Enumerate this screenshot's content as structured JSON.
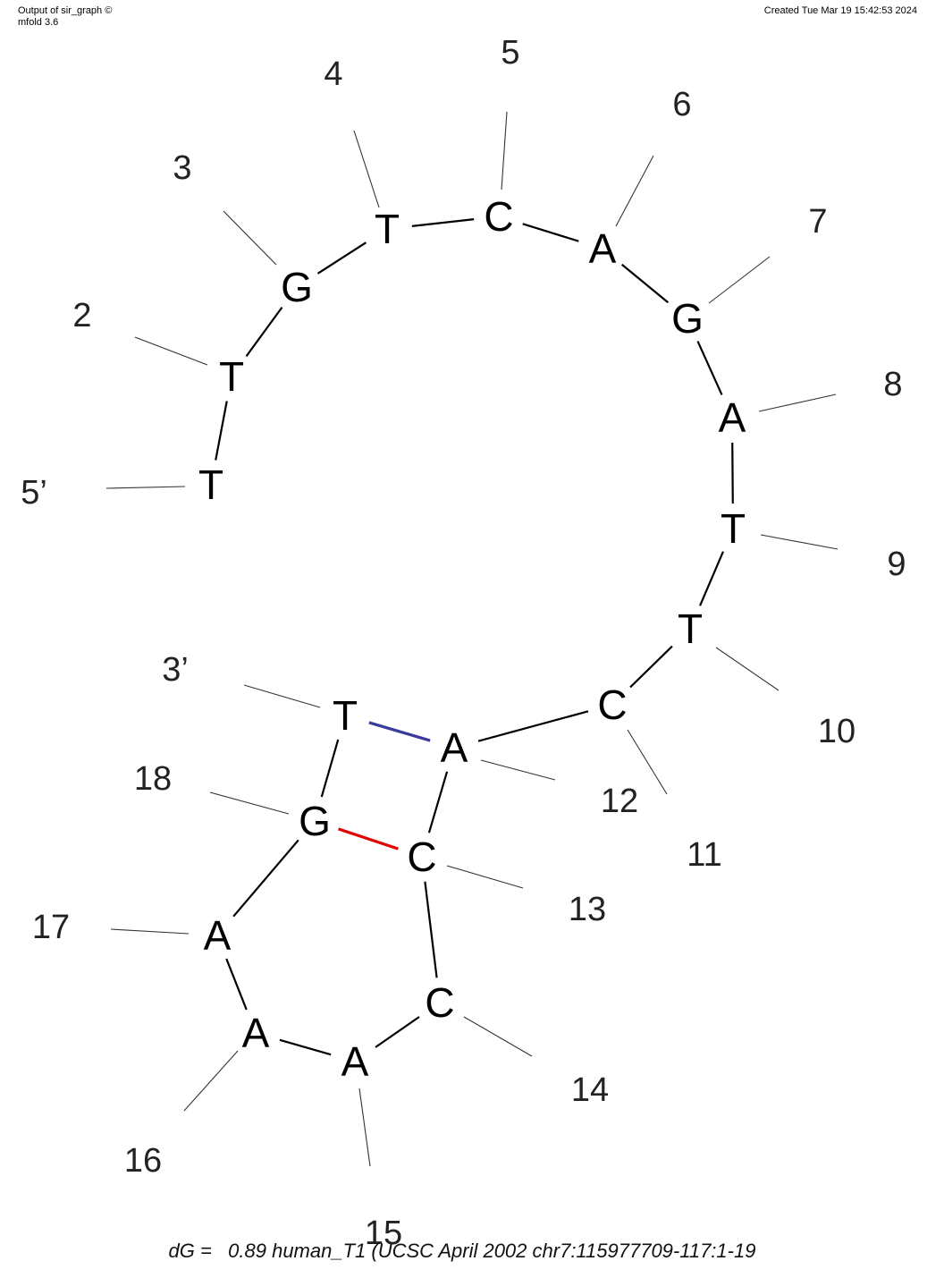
{
  "header": {
    "left_line1": "Output of sir_graph ©",
    "left_line2": "mfold 3.6",
    "right": "Created Tue Mar 19 15:42:53 2024"
  },
  "structure": {
    "end_labels": {
      "five_prime": "5’",
      "three_prime": "3’"
    },
    "nucleotides": [
      {
        "index": 1,
        "base": "T",
        "label": ""
      },
      {
        "index": 2,
        "base": "T",
        "label": "2"
      },
      {
        "index": 3,
        "base": "G",
        "label": "3"
      },
      {
        "index": 4,
        "base": "T",
        "label": "4"
      },
      {
        "index": 5,
        "base": "C",
        "label": "5"
      },
      {
        "index": 6,
        "base": "A",
        "label": "6"
      },
      {
        "index": 7,
        "base": "G",
        "label": "7"
      },
      {
        "index": 8,
        "base": "A",
        "label": "8"
      },
      {
        "index": 9,
        "base": "T",
        "label": "9"
      },
      {
        "index": 10,
        "base": "T",
        "label": "10"
      },
      {
        "index": 11,
        "base": "C",
        "label": "11"
      },
      {
        "index": 12,
        "base": "A",
        "label": "12"
      },
      {
        "index": 13,
        "base": "C",
        "label": "13"
      },
      {
        "index": 14,
        "base": "C",
        "label": "14"
      },
      {
        "index": 15,
        "base": "A",
        "label": "15"
      },
      {
        "index": 16,
        "base": "A",
        "label": "16"
      },
      {
        "index": 17,
        "base": "A",
        "label": "17"
      },
      {
        "index": 18,
        "base": "G",
        "label": "18"
      },
      {
        "index": 19,
        "base": "T",
        "label": ""
      }
    ],
    "base_pairs": [
      {
        "i": 12,
        "j": 19,
        "color": "#3a3a9a"
      },
      {
        "i": 13,
        "j": 18,
        "color": "#e00000"
      }
    ],
    "backbone_color": "#000000"
  },
  "footer": {
    "text": "dG =   0.89 human_T1 (UCSC April 2002 chr7:115977709-117:1-19"
  }
}
